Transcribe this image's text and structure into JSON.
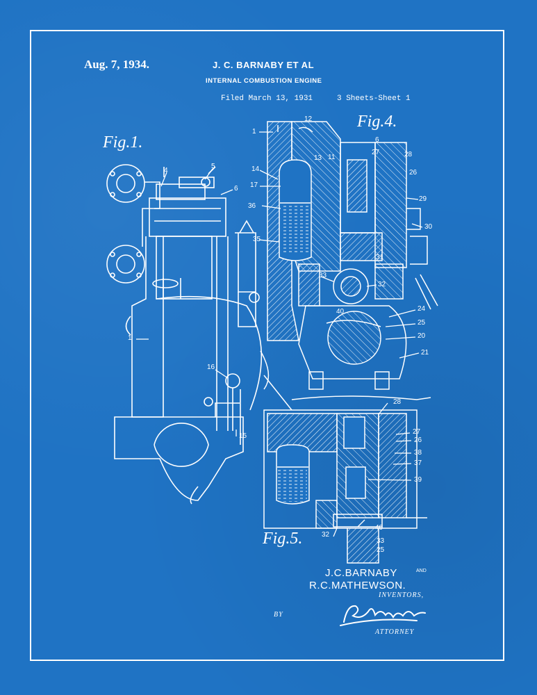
{
  "header": {
    "date": "Aug. 7, 1934.",
    "inventors_line": "J. C. BARNABY ET AL",
    "title": "INTERNAL COMBUSTION ENGINE",
    "filed": "Filed March 13, 1931",
    "sheets": "3 Sheets-Sheet  1"
  },
  "figures": {
    "fig1": "Fig.1.",
    "fig4": "Fig.4.",
    "fig5": "Fig.5."
  },
  "fig1_labels": [
    "4",
    "5",
    "6",
    "1",
    "16",
    "15"
  ],
  "fig4_labels": [
    "12",
    "1",
    "6",
    "27",
    "28",
    "26",
    "14",
    "13",
    "11",
    "17",
    "29",
    "36",
    "30",
    "35",
    "31",
    "33",
    "32",
    "24",
    "40",
    "25",
    "20",
    "21"
  ],
  "fig5_labels": [
    "28",
    "27",
    "26",
    "38",
    "37",
    "39",
    "40",
    "32",
    "33",
    "25"
  ],
  "signature_block": {
    "inventor_1": "J.C.BARNABY",
    "and": "AND",
    "inventor_2": "R.C.MATHEWSON.",
    "inventors_label": "INVENTORS,",
    "by": "BY",
    "attorney_label": "ATTORNEY"
  },
  "colors": {
    "background": "#1f73c4",
    "ink": "#ffffff"
  }
}
